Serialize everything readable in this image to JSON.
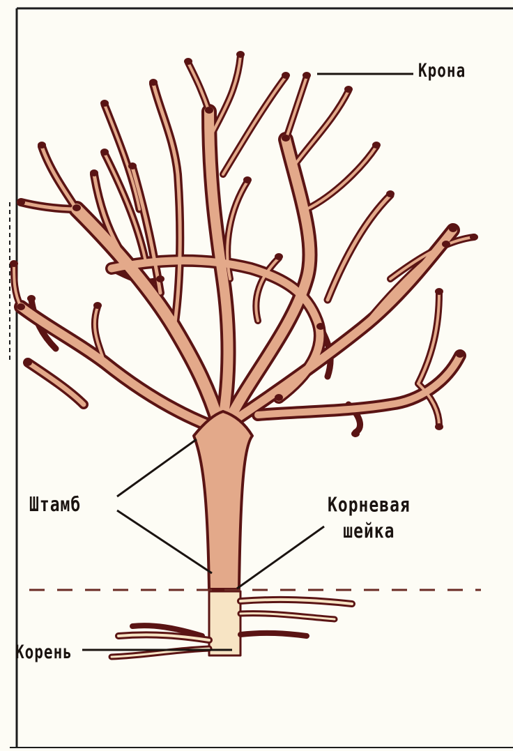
{
  "labels": {
    "crown": "Крона",
    "trunk": "Штамб",
    "root_collar_line1": "Корневая",
    "root_collar_line2": "шейка",
    "root": "Корень"
  },
  "colors": {
    "paper": "#fdfcf5",
    "frame": "#1c1c1c",
    "outline": "#5a1414",
    "bark_fill": "#e3a98a",
    "root_trunk_fill": "#f7e4c4",
    "ground_line": "#6a2a24",
    "leader_line": "#1a1310"
  }
}
